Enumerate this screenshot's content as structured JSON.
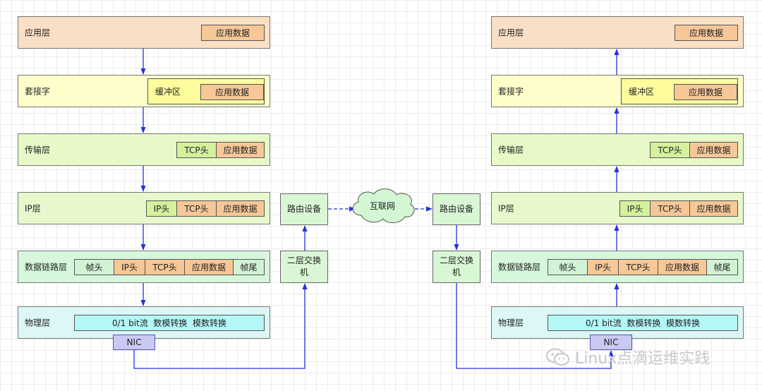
{
  "left": {
    "app": {
      "label": "应用层",
      "data": "应用数据"
    },
    "socket": {
      "label": "套接字",
      "buffer": "缓冲区",
      "data": "应用数据"
    },
    "transport": {
      "label": "传输层",
      "tcp": "TCP头",
      "data": "应用数据"
    },
    "ip": {
      "label": "IP层",
      "ip": "IP头",
      "tcp": "TCP头",
      "data": "应用数据"
    },
    "link": {
      "label": "数据链路层",
      "frame_head": "帧头",
      "ip": "IP头",
      "tcp": "TCP头",
      "data": "应用数据",
      "frame_tail": "帧尾"
    },
    "physical": {
      "label": "物理层",
      "bits": "0/1 bit流  数模转换  模数转换"
    },
    "nic": "NIC"
  },
  "right": {
    "app": {
      "label": "应用层",
      "data": "应用数据"
    },
    "socket": {
      "label": "套接字",
      "buffer": "缓冲区",
      "data": "应用数据"
    },
    "transport": {
      "label": "传输层",
      "tcp": "TCP头",
      "data": "应用数据"
    },
    "ip": {
      "label": "IP层",
      "ip": "IP头",
      "tcp": "TCP头",
      "data": "应用数据"
    },
    "link": {
      "label": "数据链路层",
      "frame_head": "帧头",
      "ip": "IP头",
      "tcp": "TCP头",
      "data": "应用数据",
      "frame_tail": "帧尾"
    },
    "physical": {
      "label": "物理层",
      "bits": "0/1 bit流  数模转换  模数转换"
    },
    "nic": "NIC"
  },
  "middle": {
    "router_left": "路由设备",
    "switch_left": "二层交换机",
    "internet": "互联网",
    "router_right": "路由设备",
    "switch_right": "二层交换机"
  },
  "watermark": "Linux点滴运维实践",
  "colors": {
    "arrow": "#2233dd",
    "wechat_icon": "#c8c8c8"
  }
}
